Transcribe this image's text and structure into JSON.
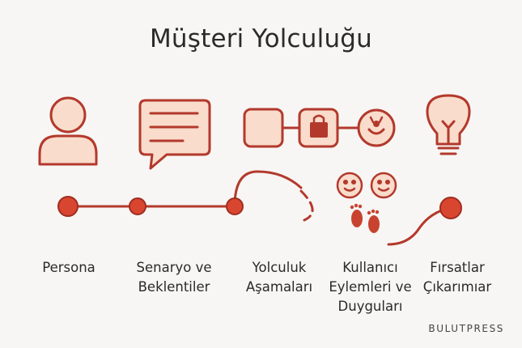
{
  "title": "Müşteri Yolculuğu",
  "stages": [
    {
      "id": "persona",
      "label": "Persona"
    },
    {
      "id": "scenario",
      "label": "Senaryo ve\nBeklentiler"
    },
    {
      "id": "journey",
      "label": "Yolculuk\nAşamaları"
    },
    {
      "id": "actions",
      "label": "Kullanıcı\nEylemleri ve\nDuyguları"
    },
    {
      "id": "opportunities",
      "label": "Fırsatlar\nÇıkarımıar"
    }
  ],
  "brand": "BULUTPRESS",
  "colors": {
    "stroke": "#b3392c",
    "fill": "#f9dccb",
    "dot": "#d9462f",
    "background": "#f7f6f4"
  },
  "icons": [
    "person-icon",
    "speech-bubble-icon",
    "journey-steps-icon",
    "smiley-faces-icon",
    "footprints-icon",
    "lightbulb-icon"
  ]
}
